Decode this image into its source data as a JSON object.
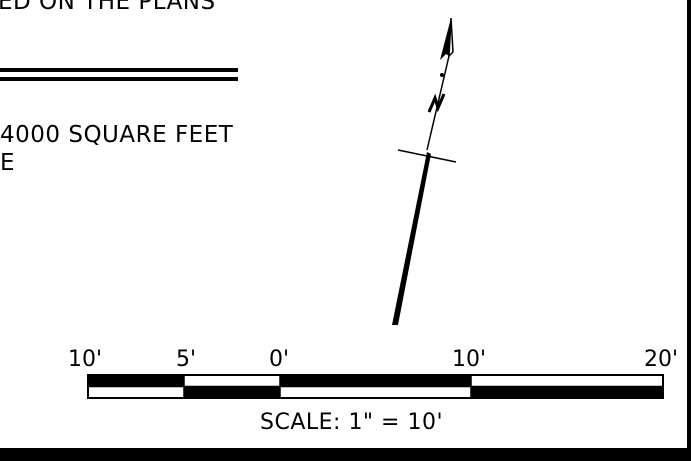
{
  "notes": {
    "top_line": "ED ON THE PLANS",
    "area_line": "4000 SQUARE FEET",
    "second_line": "E"
  },
  "north_arrow": {
    "symbol": "north-arrow-icon"
  },
  "scale_bar": {
    "ticks": [
      "10'",
      "5'",
      "0'",
      "10'",
      "20'"
    ],
    "label": "SCALE:  1\"  =  10'"
  },
  "colors": {
    "ink": "#000000",
    "paper": "#ffffff"
  }
}
